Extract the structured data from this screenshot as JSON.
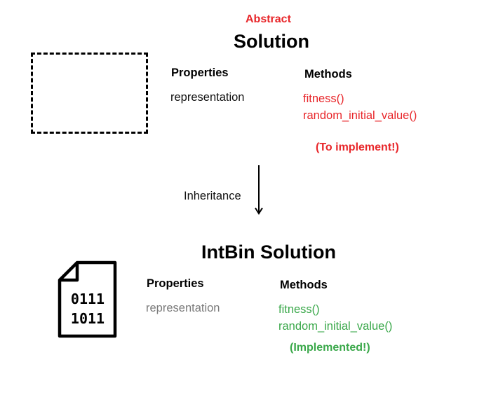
{
  "colors": {
    "abstract_red": "#e8262a",
    "implemented_green": "#3aa84a",
    "gray_text": "#7a7a7a",
    "black": "#000000"
  },
  "abstract_class": {
    "tag": "Abstract",
    "title": "Solution",
    "properties_heading": "Properties",
    "properties": [
      "representation"
    ],
    "methods_heading": "Methods",
    "methods": [
      "fitness()",
      "random_initial_value()"
    ],
    "note": "(To implement!)",
    "placeholder_icon": "dashed-rectangle-icon"
  },
  "relation": {
    "label": "Inheritance",
    "icon": "down-arrow-icon"
  },
  "concrete_class": {
    "title": "IntBin Solution",
    "properties_heading": "Properties",
    "properties": [
      "representation"
    ],
    "methods_heading": "Methods",
    "methods": [
      "fitness()",
      "random_initial_value()"
    ],
    "note": "(Implemented!)",
    "icon": "binary-file-icon",
    "icon_text": [
      "0111",
      "1011"
    ]
  }
}
